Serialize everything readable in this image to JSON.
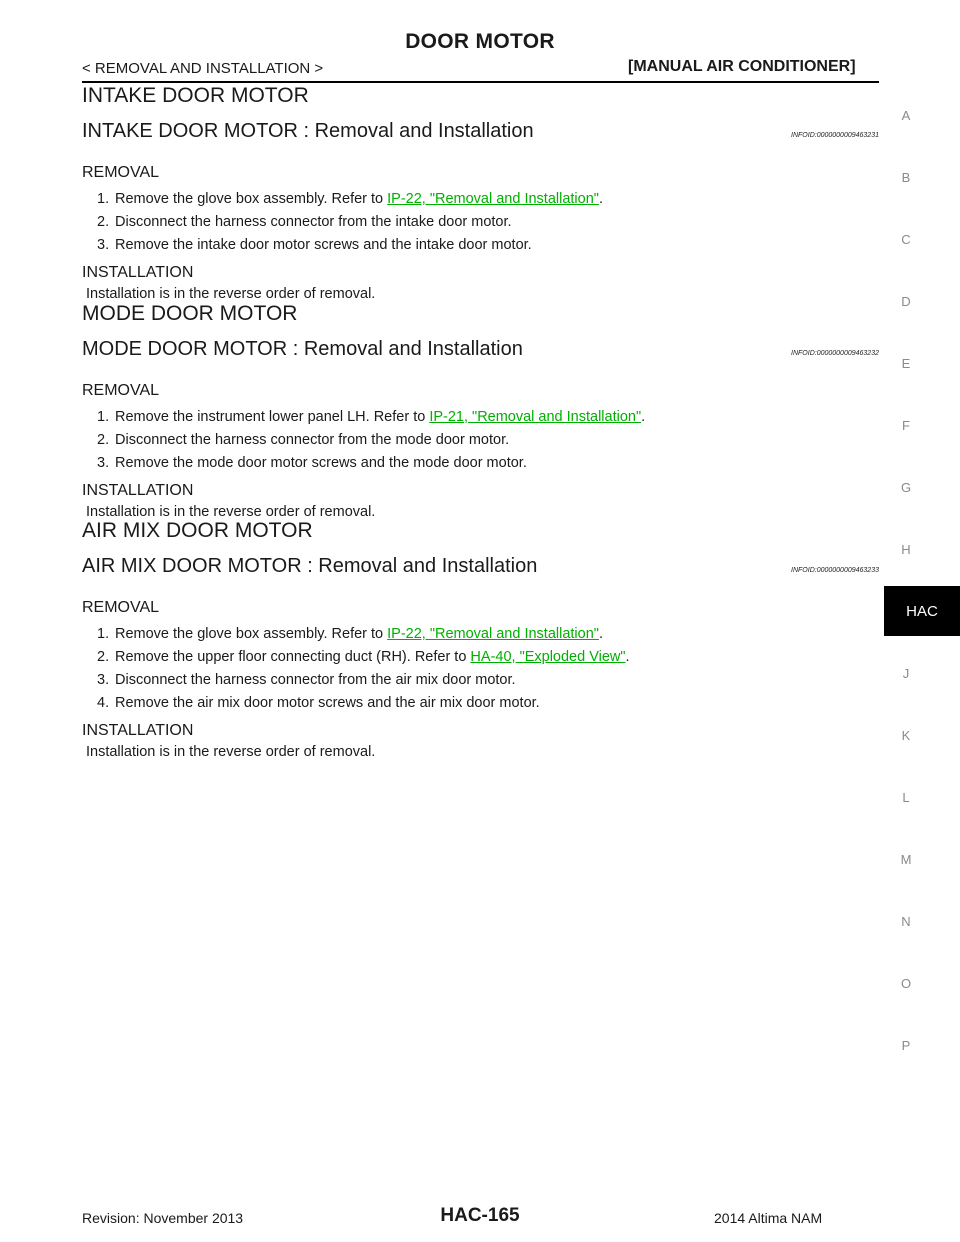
{
  "header": {
    "title": "DOOR MOTOR",
    "breadcrumb": "< REMOVAL AND INSTALLATION >",
    "section": "[MANUAL AIR CONDITIONER]"
  },
  "sections": [
    {
      "title": "INTAKE DOOR MOTOR",
      "subtitle": "INTAKE DOOR MOTOR : Removal and Installation",
      "infoid": "INFOID:0000000009463231",
      "removal_label": "REMOVAL",
      "steps": [
        {
          "num": "1.",
          "text": "Remove the glove box assembly. Refer to ",
          "link": "IP-22, \"Removal and Installation\"",
          "after": "."
        },
        {
          "num": "2.",
          "text": "Disconnect the harness connector from the intake door motor."
        },
        {
          "num": "3.",
          "text": "Remove the intake door motor screws and the intake door motor."
        }
      ],
      "installation_label": "INSTALLATION",
      "installation_text": "Installation is in the reverse order of removal."
    },
    {
      "title": "MODE DOOR MOTOR",
      "subtitle": "MODE DOOR MOTOR : Removal and Installation",
      "infoid": "INFOID:0000000009463232",
      "removal_label": "REMOVAL",
      "steps": [
        {
          "num": "1.",
          "text": "Remove the instrument lower panel LH. Refer to ",
          "link": "IP-21, \"Removal and Installation\"",
          "after": "."
        },
        {
          "num": "2.",
          "text": "Disconnect the harness connector from the mode door motor."
        },
        {
          "num": "3.",
          "text": "Remove the mode door motor screws and the mode door motor."
        }
      ],
      "installation_label": "INSTALLATION",
      "installation_text": "Installation is in the reverse order of removal."
    },
    {
      "title": "AIR MIX DOOR MOTOR",
      "subtitle": "AIR MIX DOOR MOTOR : Removal and Installation",
      "infoid": "INFOID:0000000009463233",
      "removal_label": "REMOVAL",
      "steps": [
        {
          "num": "1.",
          "text": "Remove the glove box assembly. Refer to ",
          "link": "IP-22, \"Removal and Installation\"",
          "after": "."
        },
        {
          "num": "2.",
          "text": "Remove the upper floor connecting duct (RH). Refer to ",
          "link": "HA-40, \"Exploded View\"",
          "after": "."
        },
        {
          "num": "3.",
          "text": "Disconnect the harness connector from the air mix door motor."
        },
        {
          "num": "4.",
          "text": "Remove the air mix door motor screws and the air mix door motor."
        }
      ],
      "installation_label": "INSTALLATION",
      "installation_text": "Installation is in the reverse order of removal."
    }
  ],
  "index_letters": [
    "A",
    "B",
    "C",
    "D",
    "E",
    "F",
    "G",
    "H",
    "HAC",
    "J",
    "K",
    "L",
    "M",
    "N",
    "O",
    "P"
  ],
  "active_index": "HAC",
  "colors": {
    "link": "#00b000",
    "index_text": "#8a8a8a",
    "active_tab_bg": "#000000"
  },
  "footer": {
    "revision": "Revision: November 2013",
    "page": "HAC-165",
    "model": "2014 Altima NAM"
  }
}
